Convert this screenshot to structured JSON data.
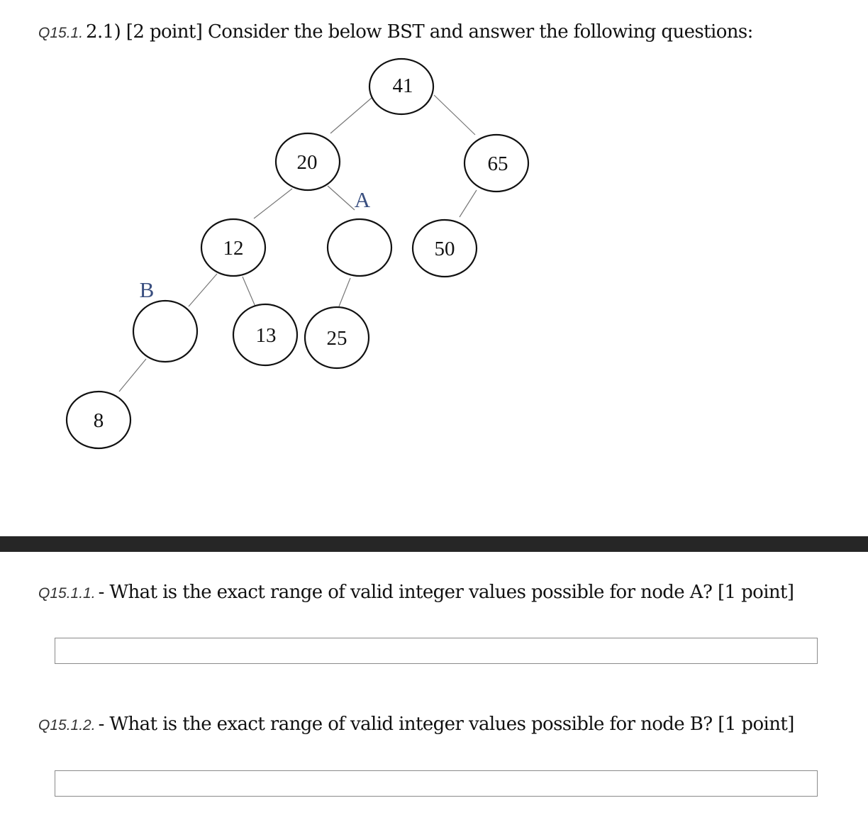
{
  "question_main": {
    "number": "Q15.1.",
    "text": "2.1) [2 point] Consider the below BST and answer the following questions:"
  },
  "tree": {
    "nodes": [
      "41",
      "20",
      "65",
      "12",
      "",
      "50",
      "",
      "13",
      "25",
      "8"
    ],
    "label_a": "A",
    "label_b": "B"
  },
  "question_a": {
    "number": "Q15.1.1.",
    "text": "- What is the exact range of valid integer values possible for node A? [1 point]",
    "answer_value": ""
  },
  "question_b": {
    "number": "Q15.1.2.",
    "text": "- What is the exact range of valid integer values possible for node B? [1 point]",
    "answer_value": ""
  }
}
